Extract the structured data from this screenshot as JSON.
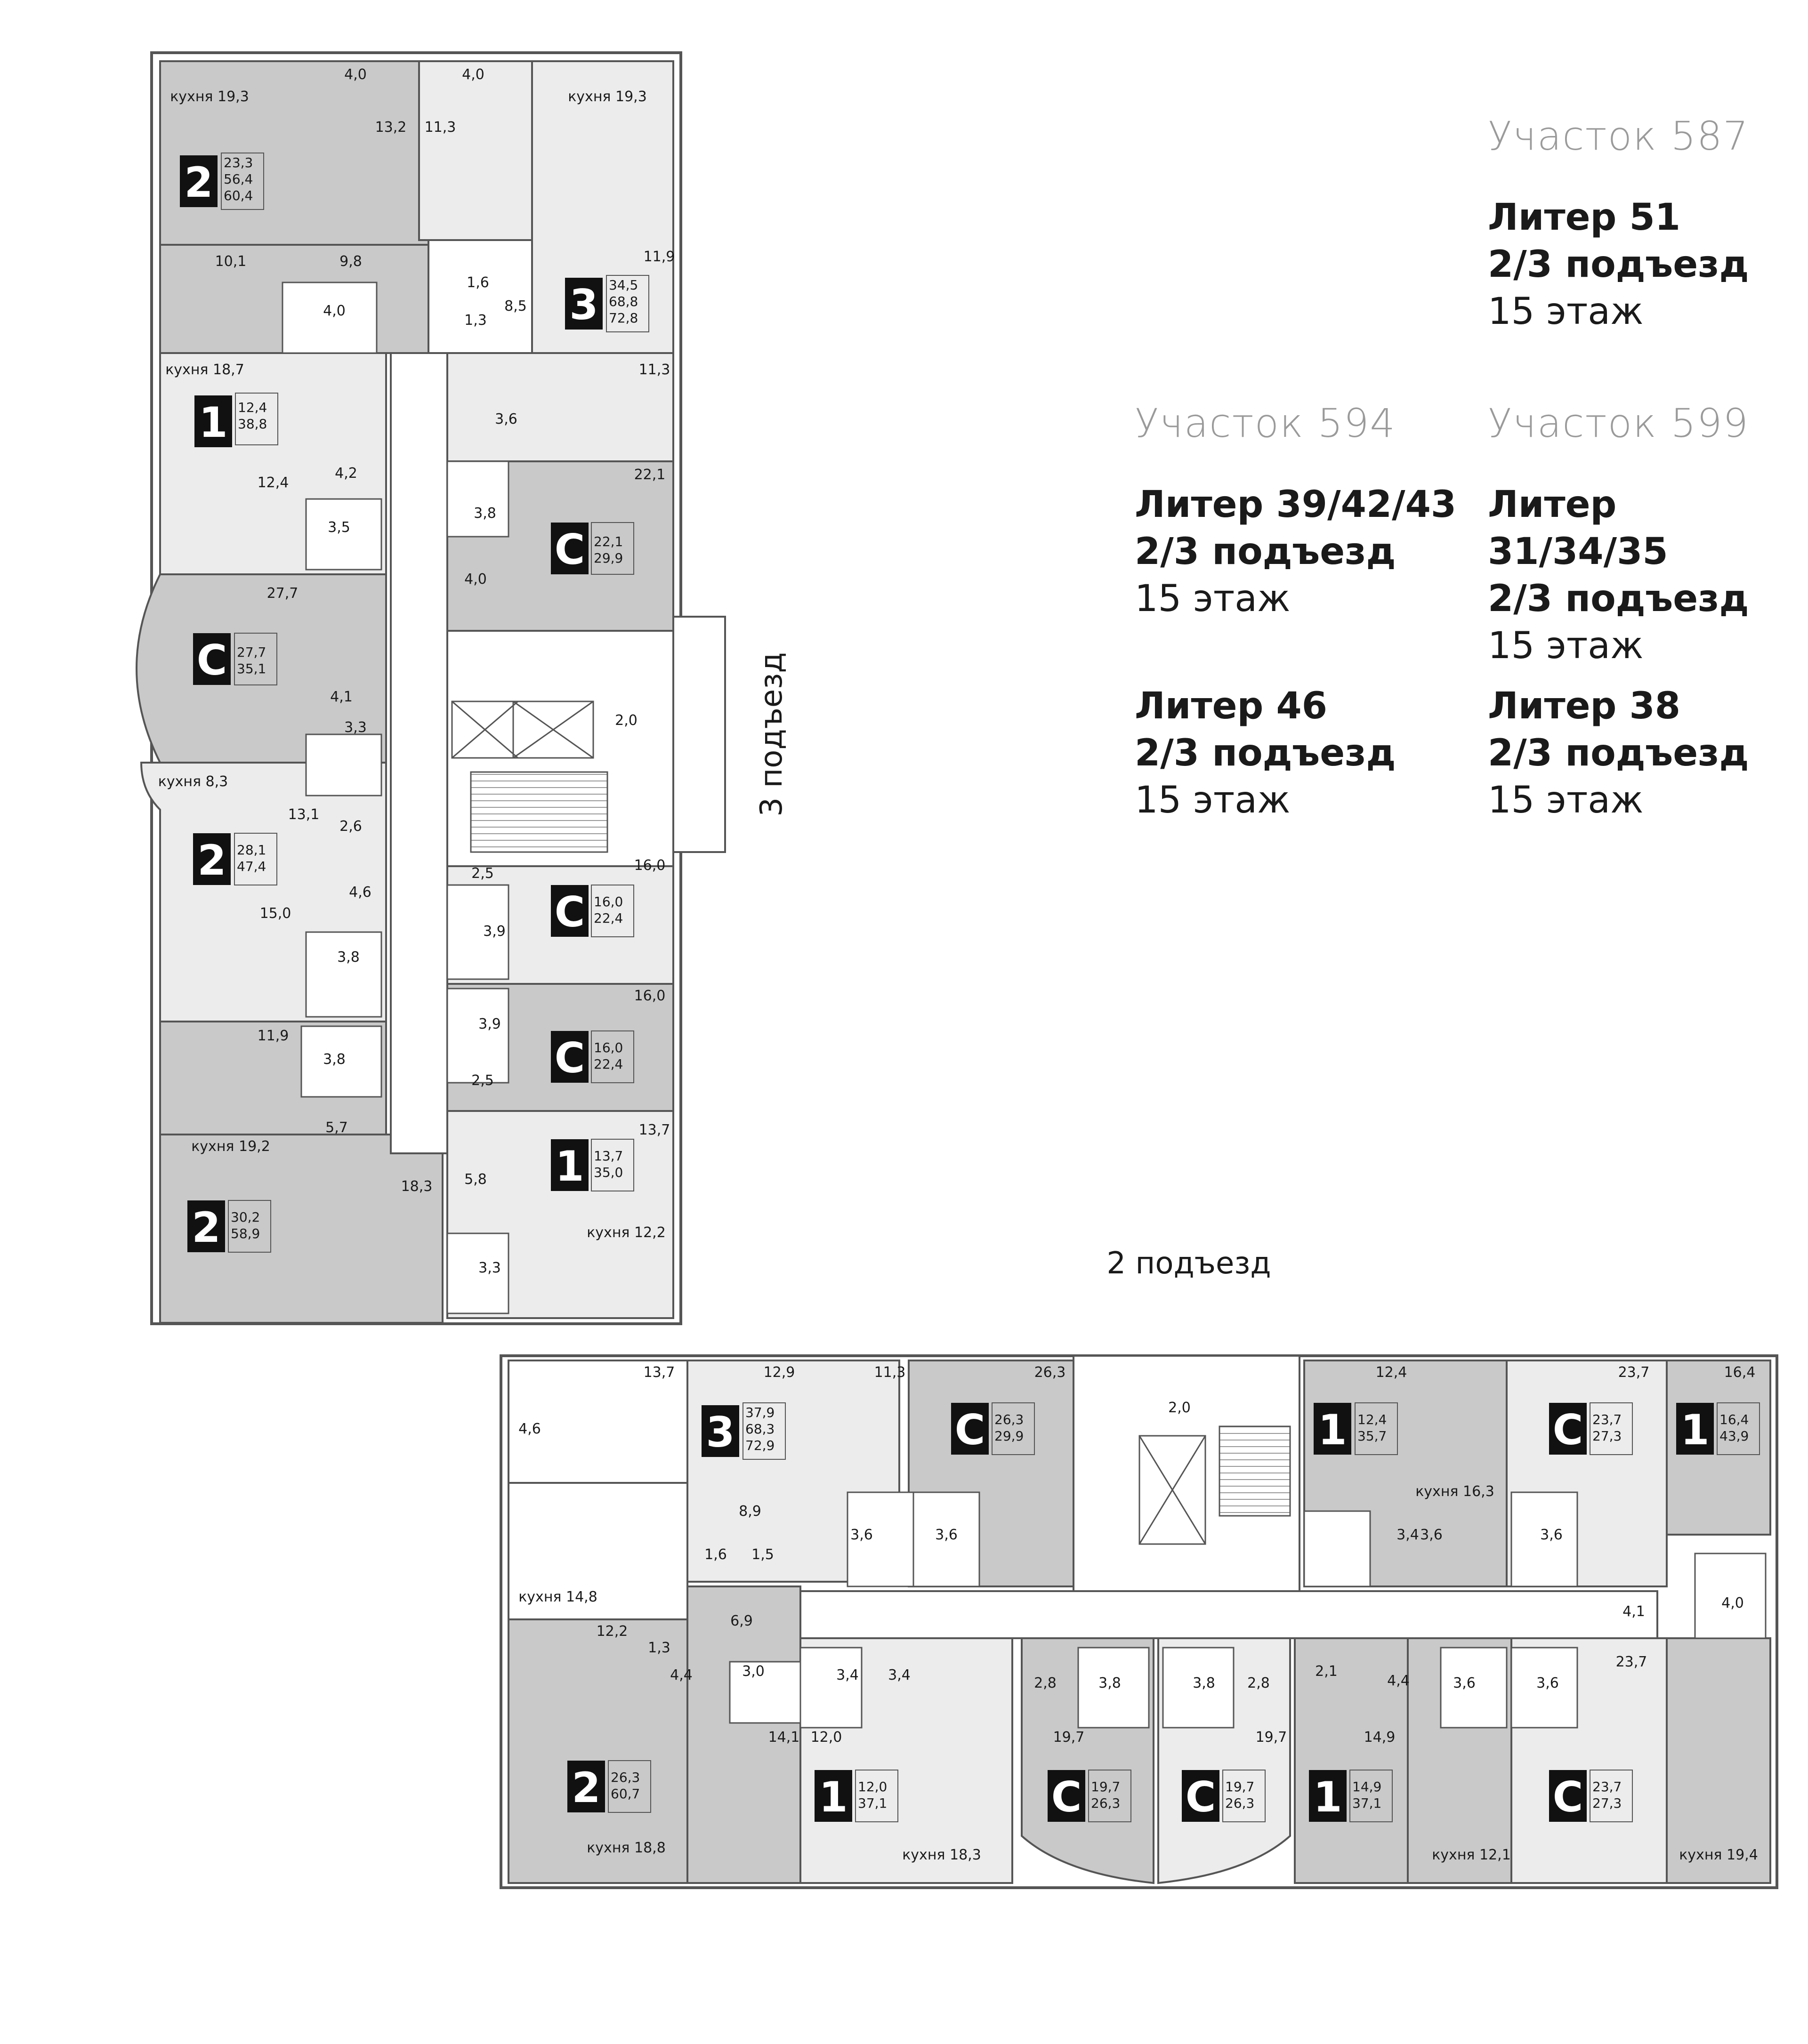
{
  "legend": {
    "top": {
      "plot": "Участок 587",
      "liter": "Литер 51",
      "entrance": "2/3 подъезд",
      "floor": "15 этаж"
    },
    "left_mid": {
      "plot": "Участок 594",
      "liter": "Литер 39/42/43",
      "entrance": "2/3 подъезд",
      "floor": "15 этаж"
    },
    "right_mid": {
      "plot": "Участок 599",
      "liter": "Литер 31/34/35",
      "entrance": "2/3 подъезд",
      "floor": "15 этаж"
    },
    "left_bottom": {
      "liter": "Литер 46",
      "entrance": "2/3 подъезд",
      "floor": "15 этаж"
    },
    "right_bottom": {
      "liter": "Литер 38",
      "entrance": "2/3 подъезд",
      "floor": "15 этаж"
    }
  },
  "entrances": {
    "entrance_3": "3 подъезд",
    "entrance_2": "2 подъезд"
  },
  "colors": {
    "dark_unit": "#c9c9c9",
    "light_unit": "#ececec",
    "wall": "#555555",
    "badge": "#111111"
  },
  "building3": {
    "apartments": [
      {
        "type": "2",
        "info": [
          "23,3",
          "56,4",
          "60,4"
        ]
      },
      {
        "type": "3",
        "info": [
          "34,5",
          "68,8",
          "72,8"
        ]
      },
      {
        "type": "1",
        "info": [
          "12,4",
          "38,8"
        ]
      },
      {
        "type": "C",
        "info": [
          "22,1",
          "29,9"
        ]
      },
      {
        "type": "C",
        "info": [
          "27,7",
          "35,1"
        ]
      },
      {
        "type": "2",
        "info": [
          "28,1",
          "47,4"
        ]
      },
      {
        "type": "C",
        "info": [
          "16,0",
          "22,4"
        ]
      },
      {
        "type": "C",
        "info": [
          "16,0",
          "22,4"
        ]
      },
      {
        "type": "1",
        "info": [
          "13,7",
          "35,0"
        ]
      },
      {
        "type": "2",
        "info": [
          "30,2",
          "58,9"
        ]
      }
    ],
    "rooms": [
      "4,0",
      "4,0",
      "кухня 19,3",
      "кухня 19,3",
      "13,2",
      "11,3",
      "11,9",
      "10,1",
      "9,8",
      "1,6",
      "8,5",
      "4,0",
      "1,3",
      "кухня 18,7",
      "11,3",
      "3,6",
      "22,1",
      "4,2",
      "12,4",
      "3,5",
      "3,8",
      "4,0",
      "27,7",
      "4,1",
      "2,0",
      "3,3",
      "кухня 8,3",
      "13,1",
      "2,6",
      "2,5",
      "16,0",
      "4,6",
      "15,0",
      "3,9",
      "3,8",
      "16,0",
      "3,9",
      "11,9",
      "3,8",
      "2,5",
      "5,7",
      "13,7",
      "кухня 19,2",
      "18,3",
      "5,8",
      "кухня 12,2",
      "3,3"
    ]
  },
  "building2": {
    "apartments": [
      {
        "type": "3",
        "info": [
          "37,9",
          "68,3",
          "72,9"
        ]
      },
      {
        "type": "C",
        "info": [
          "26,3",
          "29,9"
        ]
      },
      {
        "type": "1",
        "info": [
          "12,4",
          "35,7"
        ]
      },
      {
        "type": "C",
        "info": [
          "23,7",
          "27,3"
        ]
      },
      {
        "type": "1",
        "info": [
          "16,4",
          "43,9"
        ]
      },
      {
        "type": "2",
        "info": [
          "26,3",
          "60,7"
        ]
      },
      {
        "type": "1",
        "info": [
          "12,0",
          "37,1"
        ]
      },
      {
        "type": "C",
        "info": [
          "19,7",
          "26,3"
        ]
      },
      {
        "type": "C",
        "info": [
          "19,7",
          "26,3"
        ]
      },
      {
        "type": "1",
        "info": [
          "14,9",
          "37,1"
        ]
      },
      {
        "type": "C",
        "info": [
          "23,7",
          "27,3"
        ]
      }
    ],
    "rooms": [
      "13,7",
      "12,9",
      "11,3",
      "26,3",
      "2,0",
      "12,4",
      "23,7",
      "16,4",
      "4,6",
      "8,9",
      "3,6",
      "3,6",
      "3,6",
      "3,4",
      "кухня 16,3",
      "3,6",
      "1,6",
      "1,5",
      "кухня 14,8",
      "6,9",
      "4,1",
      "4,0",
      "12,2",
      "1,3",
      "4,4",
      "3,0",
      "3,4",
      "3,4",
      "2,8",
      "3,8",
      "3,8",
      "2,8",
      "2,1",
      "4,4",
      "3,6",
      "3,6",
      "23,7",
      "14,1",
      "12,0",
      "19,7",
      "19,7",
      "14,9",
      "кухня 18,3",
      "кухня 18,8",
      "кухня 12,1",
      "кухня 19,4"
    ]
  }
}
